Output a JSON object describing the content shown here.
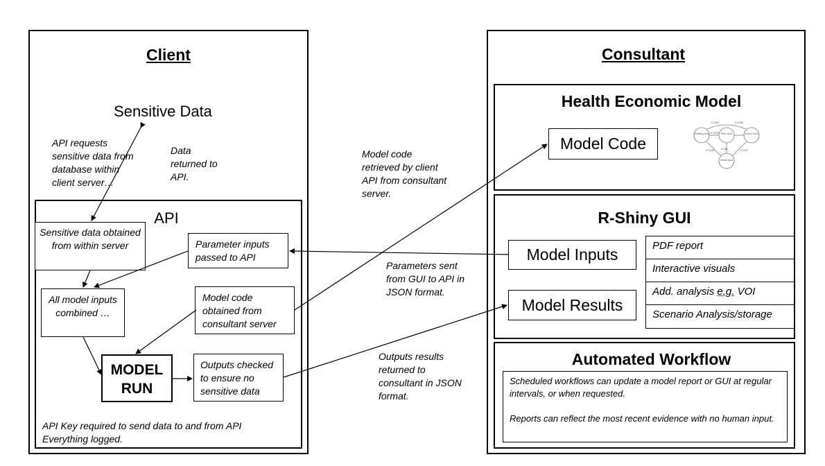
{
  "client": {
    "title": "Client",
    "sensitive_data": "Sensitive Data",
    "api_request_note": "API requests\nsensitive data from\ndatabase within\nclient server…",
    "data_returned_note": "Data\nreturned to\nAPI.",
    "api": {
      "title": "API",
      "sensitive_obtained": "Sensitive data obtained from within server",
      "parameter_inputs": "Parameter inputs passed to API",
      "all_inputs": "All model inputs combined …",
      "model_code_obtained": "Model code obtained from consultant server",
      "model_run": "MODEL\nRUN",
      "outputs_checked": "Outputs checked to ensure no sensitive data",
      "footer": "API Key required to send data to and from API\nEverything logged."
    }
  },
  "middle_notes": {
    "model_code_retrieved": "Model code\nretrieved by client\nAPI from consultant\nserver.",
    "parameters_sent": "Parameters sent\nfrom GUI to API in\nJSON format.",
    "outputs_returned": "Outputs results\nreturned to\nconsultant in JSON\nformat."
  },
  "consultant": {
    "title": "Consultant",
    "hem": {
      "title": "Health Economic Model",
      "model_code": "Model Code",
      "markov_states": [
        "Healthy\nAAA",
        "Sick\nAAA",
        "Sicker\nAAA",
        "Dead\nAAA"
      ],
      "markov_labels": [
        "0.0367",
        "0.1036",
        "0.1002",
        "0.0188",
        "0.062",
        "0.0197"
      ]
    },
    "gui": {
      "title": "R-Shiny GUI",
      "model_inputs": "Model Inputs",
      "model_results": "Model Results",
      "list": {
        "pdf": "PDF report",
        "interactive": "Interactive visuals",
        "add_prefix": "Add. analysis ",
        "add_eg": "e.g.",
        "add_suffix": " VOI",
        "scenario": "Scenario Analysis/storage"
      }
    },
    "workflow": {
      "title": "Automated Workflow",
      "para1": "Scheduled workflows can update a model report or GUI at regular intervals, or when requested.",
      "para2": "Reports can reflect the most recent evidence with no human input."
    }
  }
}
